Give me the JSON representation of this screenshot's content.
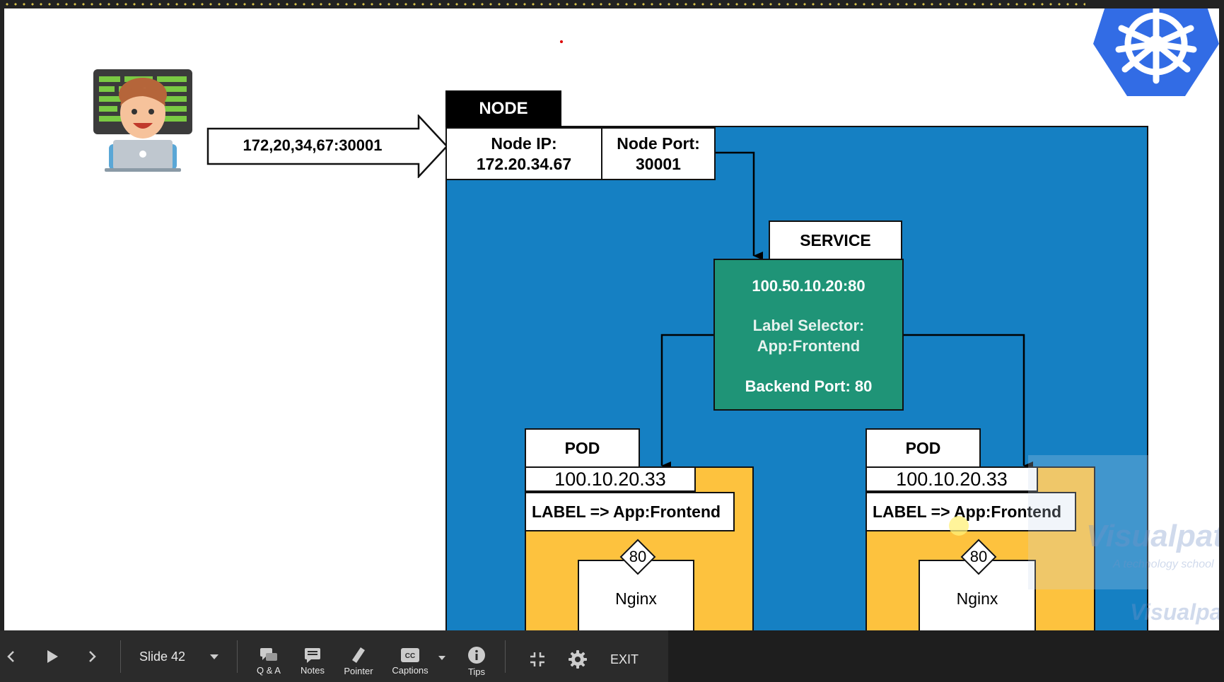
{
  "slide": {
    "access_label": "172,20,34,67:30001",
    "node": {
      "title": "NODE",
      "ip_label": "Node IP:",
      "ip_value": "172.20.34.67",
      "port_label": "Node Port:",
      "port_value": "30001"
    },
    "service": {
      "title": "SERVICE",
      "ip": "100.50.10.20:80",
      "selector_label": "Label Selector:",
      "selector_value": "App:Frontend",
      "backend_port": "Backend Port: 80"
    },
    "pods": [
      {
        "title": "POD",
        "ip": "100.10.20.33",
        "label": "LABEL => App:Frontend",
        "port": "80",
        "container": "Nginx"
      },
      {
        "title": "POD",
        "ip": "100.10.20.33",
        "label": "LABEL => App:Frontend",
        "port": "80",
        "container": "Nginx"
      }
    ],
    "watermark": {
      "brand": "Visualpath",
      "tagline": "A technology school"
    },
    "colors": {
      "node_area": "#1580c3",
      "service": "#1f9477",
      "pod": "#fdc23e",
      "kubernetes": "#326ce5"
    },
    "icons": [
      "developer-avatar-icon",
      "kubernetes-logo-icon"
    ]
  },
  "toolbar": {
    "slide_label": "Slide 42",
    "qa_label": "Q & A",
    "notes_label": "Notes",
    "pointer_label": "Pointer",
    "captions_label": "Captions",
    "tips_label": "Tips",
    "exit_label": "EXIT"
  }
}
